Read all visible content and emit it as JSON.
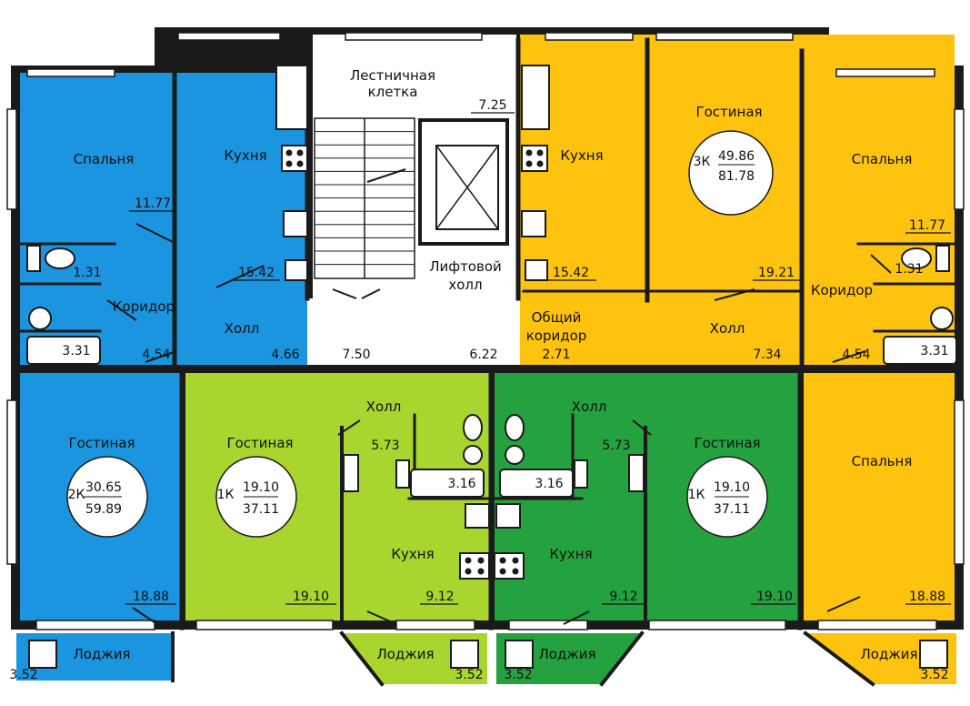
{
  "colors": {
    "blue": "#1b95df",
    "yellow": "#fdc30f",
    "light_green": "#a8d52e",
    "dark_green": "#23a23f",
    "wall": "#1a1a1a",
    "white": "#ffffff"
  },
  "stair": {
    "name_line1": "Лестничная",
    "name_line2": "клетка",
    "area": "7.25"
  },
  "lift_hall": {
    "name_line1": "Лифтовой",
    "name_line2": "холл"
  },
  "common_corridor": {
    "name_line1": "Общий",
    "name_line2": "коридор",
    "area": "2.71"
  },
  "hall_areas": {
    "left": "7.50",
    "right": "6.22"
  },
  "apt_2k": {
    "type": "2К",
    "living_area": "30.65",
    "total_area": "59.89",
    "bedroom": "Спальня",
    "bedroom_area": "11.77",
    "wc_area": "1.31",
    "corridor": "Коридор",
    "bath_area": "3.31",
    "corridor_area": "4.54",
    "kitchen": "Кухня",
    "kitchen_area": "15.42",
    "hall": "Холл",
    "hall_area": "4.66",
    "living": "Гостиная",
    "living_room_area": "18.88",
    "loggia": "Лоджия",
    "loggia_area": "3.52"
  },
  "apt_1k_left": {
    "type": "1К",
    "living_area": "19.10",
    "total_area": "37.11",
    "living": "Гостиная",
    "living_room_area": "19.10",
    "hall": "Холл",
    "hall_area": "5.73",
    "bath_area": "3.16",
    "kitchen": "Кухня",
    "kitchen_area": "9.12",
    "loggia": "Лоджия",
    "loggia_area": "3.52"
  },
  "apt_1k_right": {
    "type": "1К",
    "living_area": "19.10",
    "total_area": "37.11",
    "living": "Гостиная",
    "living_room_area": "19.10",
    "hall": "Холл",
    "hall_area": "5.73",
    "bath_area": "3.16",
    "kitchen": "Кухня",
    "kitchen_area": "9.12",
    "loggia": "Лоджия",
    "loggia_area": "3.52"
  },
  "apt_3k": {
    "type": "3К",
    "living_area": "49.86",
    "total_area": "81.78",
    "living": "Гостиная",
    "living_room_area": "19.21",
    "kitchen": "Кухня",
    "kitchen_area": "15.42",
    "bedroom_top": "Спальня",
    "bedroom_top_area": "11.77",
    "wc_area": "1.31",
    "corridor": "Коридор",
    "bath_area": "3.31",
    "corridor_area": "4.54",
    "hall": "Холл",
    "hall_area": "7.34",
    "bedroom_bottom": "Спальня",
    "bedroom_bottom_area": "18.88",
    "loggia": "Лоджия",
    "loggia_area": "3.52"
  }
}
